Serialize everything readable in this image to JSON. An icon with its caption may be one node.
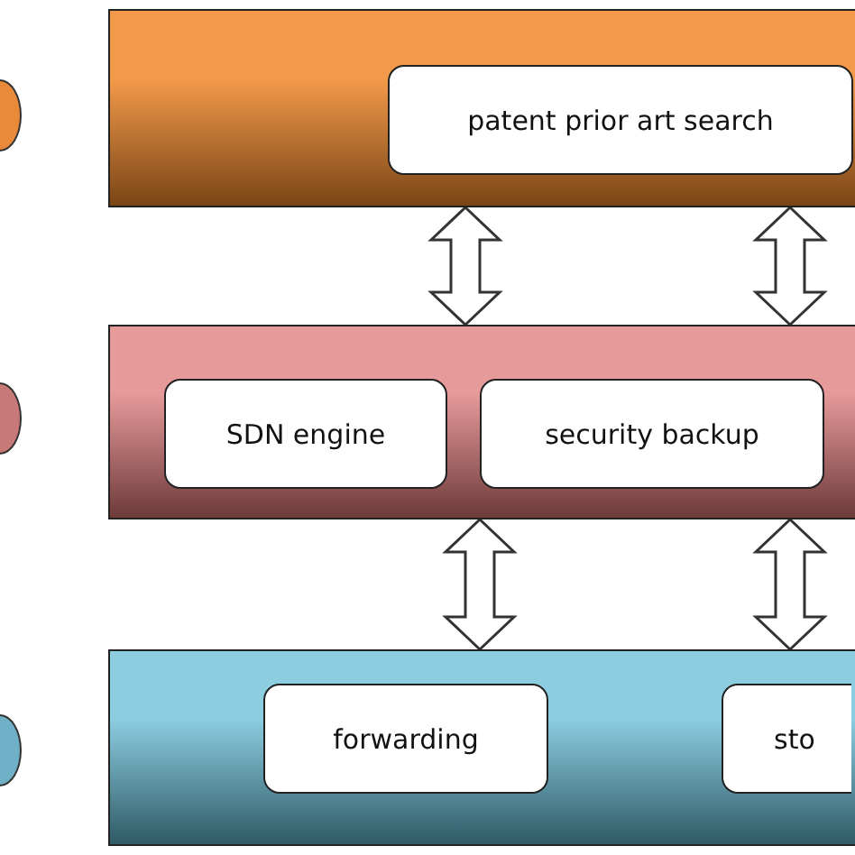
{
  "diagram": {
    "nodes": [
      {
        "text": [],
        "shape": "box"
      },
      {
        "text": [
          "patent prior art search"
        ],
        "in": 0
      },
      {
        "text": [],
        "shape": "box"
      },
      {
        "text": [
          "SDN engine"
        ],
        "in": 2
      },
      {
        "text": [
          "security backup"
        ],
        "in": 2
      },
      {
        "text": [],
        "shape": "box"
      },
      {
        "text": [
          "forwarding"
        ],
        "in": 5
      },
      {
        "text": [
          "sto"
        ],
        "in": 5
      },
      {
        "text": [],
        "shape": "circle"
      },
      {
        "text": [],
        "shape": "circle"
      },
      {
        "text": [],
        "shape": "circle"
      }
    ],
    "edges": [
      {
        "from": 0,
        "to": 2,
        "arrow": "both"
      },
      {
        "from": 0,
        "to": 2,
        "arrow": "both"
      },
      {
        "from": 2,
        "to": 5,
        "arrow": "both"
      },
      {
        "from": 2,
        "to": 5,
        "arrow": "both"
      }
    ]
  }
}
